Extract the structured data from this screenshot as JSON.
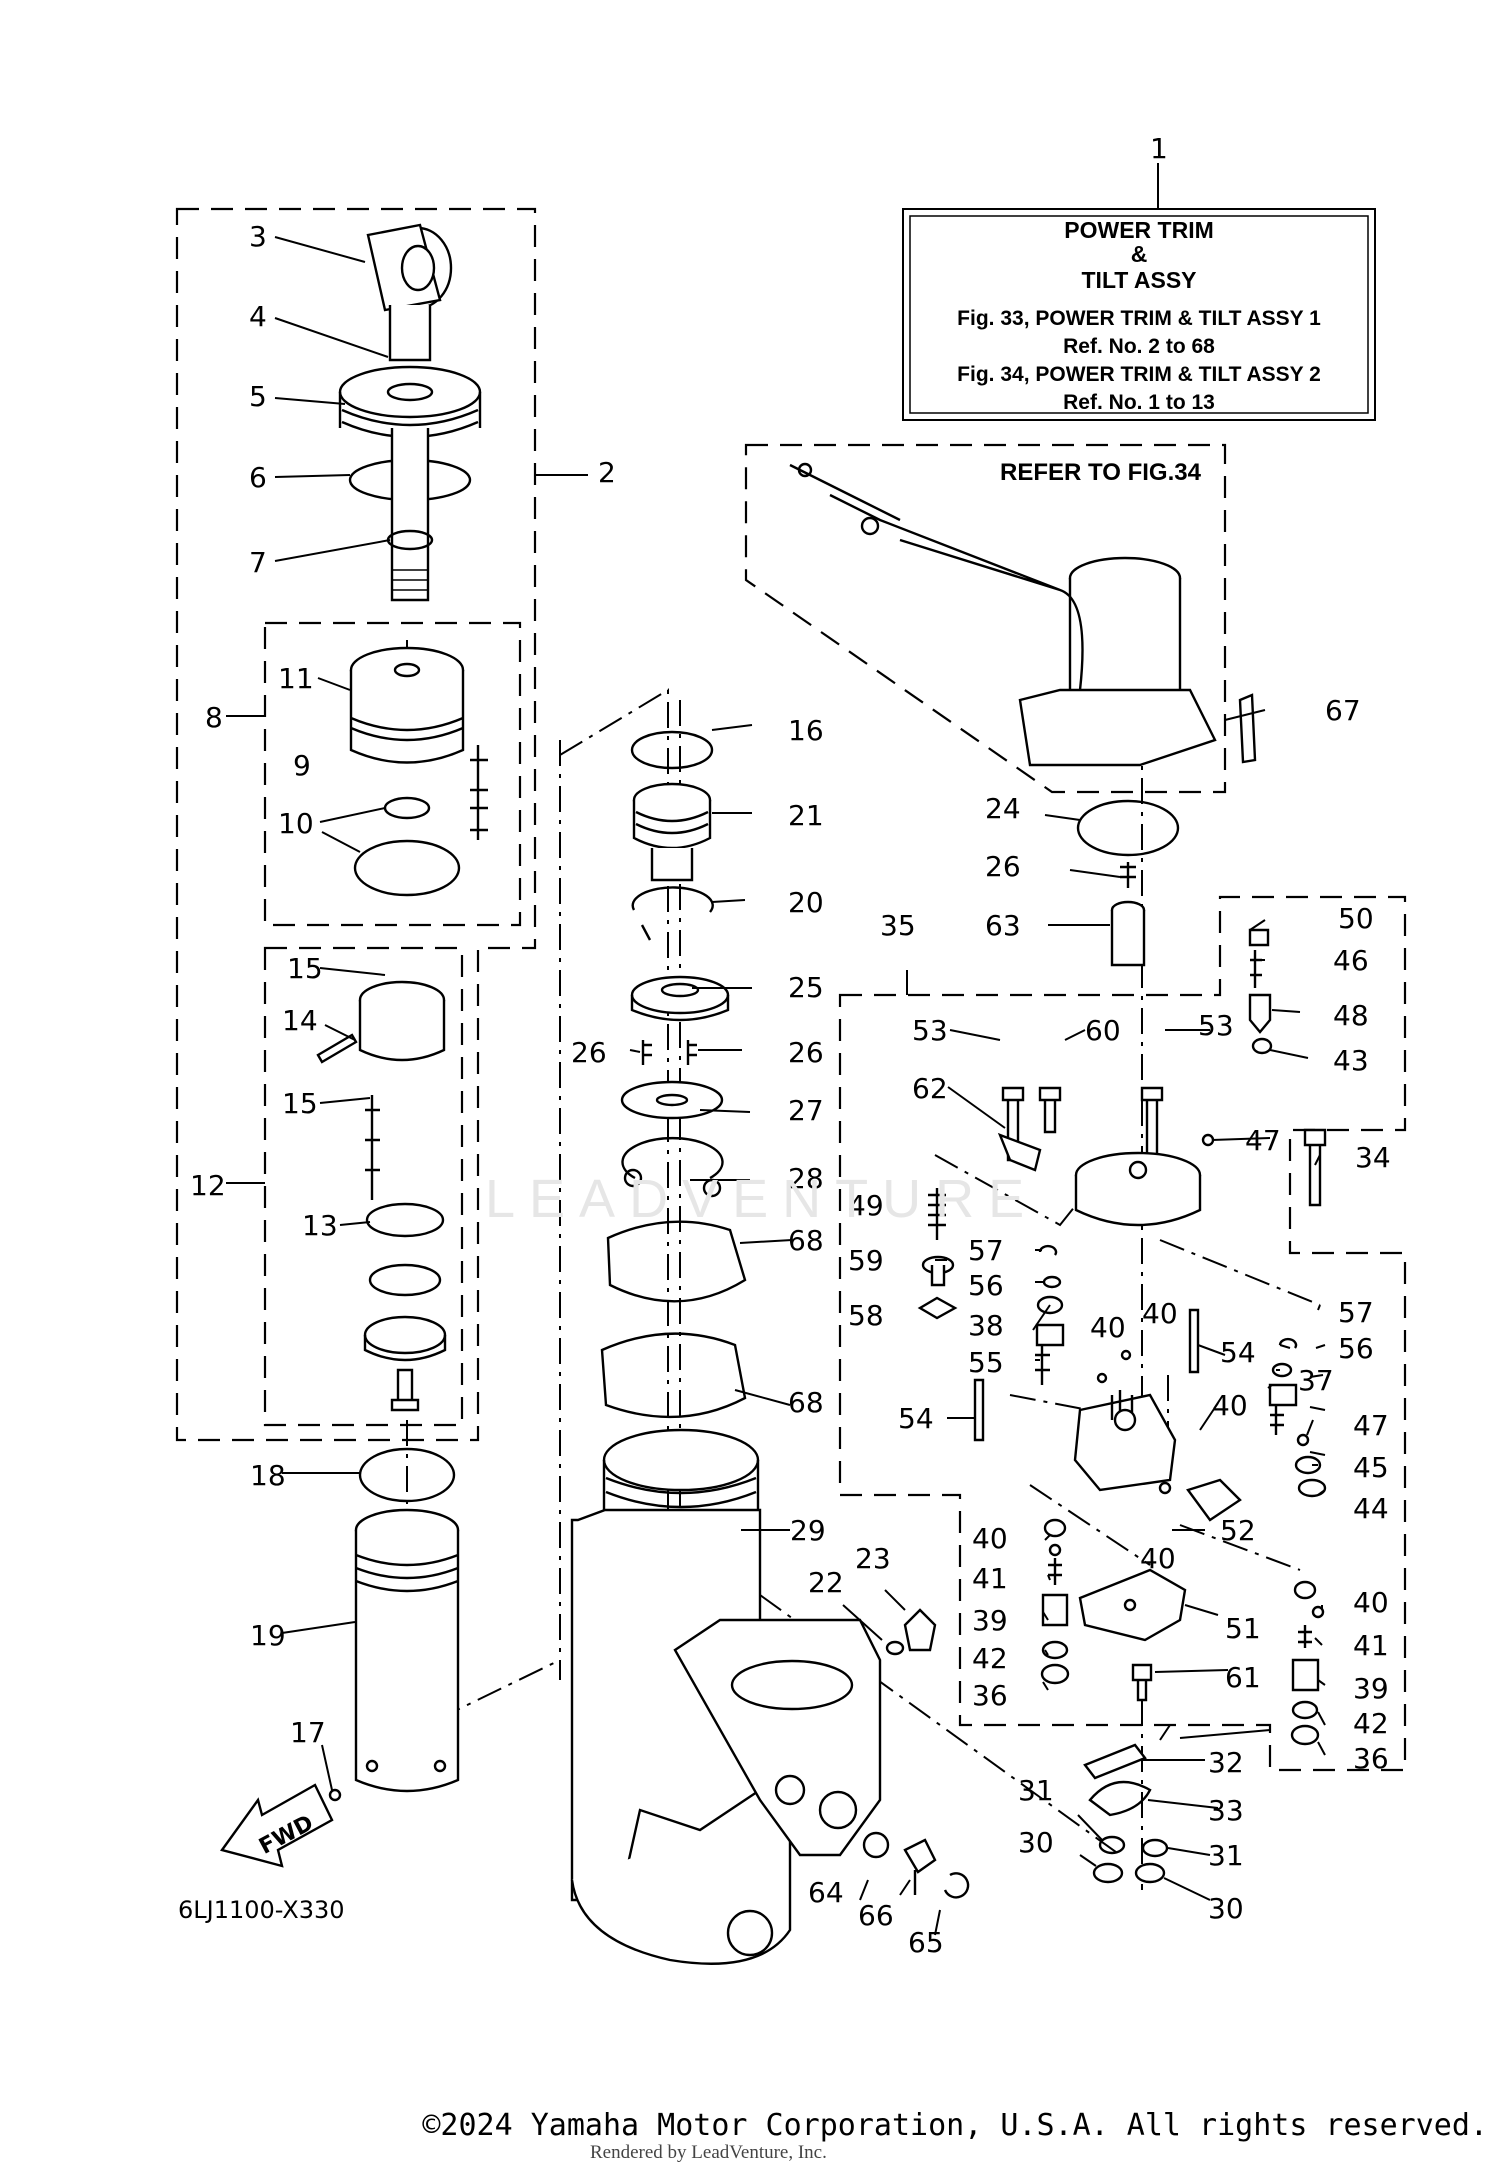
{
  "diagram": {
    "info_box": {
      "title_line1": "POWER TRIM",
      "title_line2": "&",
      "title_line3": "TILT ASSY",
      "ref1": "Fig. 33, POWER TRIM & TILT ASSY 1",
      "ref1_range": "Ref. No. 2 to 68",
      "ref2": "Fig. 34, POWER TRIM & TILT ASSY 2",
      "ref2_range": "Ref. No. 1 to 13"
    },
    "refer_note": "REFER TO FIG.34",
    "fwd_label": "FWD",
    "drawing_code": "6LJ1100-X330",
    "watermark": "LEADVENTURE",
    "callouts": [
      "1",
      "2",
      "3",
      "4",
      "5",
      "6",
      "7",
      "8",
      "9",
      "10",
      "11",
      "12",
      "13",
      "14",
      "15",
      "15",
      "16",
      "17",
      "18",
      "19",
      "20",
      "21",
      "22",
      "23",
      "24",
      "25",
      "26",
      "26",
      "26",
      "27",
      "28",
      "29",
      "30",
      "30",
      "31",
      "31",
      "32",
      "33",
      "34",
      "35",
      "36",
      "36",
      "37",
      "38",
      "39",
      "39",
      "40",
      "40",
      "40",
      "40",
      "40",
      "40",
      "41",
      "41",
      "42",
      "42",
      "43",
      "44",
      "45",
      "46",
      "47",
      "47",
      "48",
      "49",
      "50",
      "51",
      "52",
      "53",
      "53",
      "54",
      "54",
      "55",
      "56",
      "56",
      "57",
      "57",
      "58",
      "59",
      "60",
      "61",
      "62",
      "63",
      "64",
      "65",
      "66",
      "67",
      "68",
      "68"
    ]
  },
  "footer": {
    "copyright": "©2024 Yamaha Motor Corporation, U.S.A. All rights reserved.",
    "rendered_by": "Rendered by LeadVenture, Inc."
  }
}
